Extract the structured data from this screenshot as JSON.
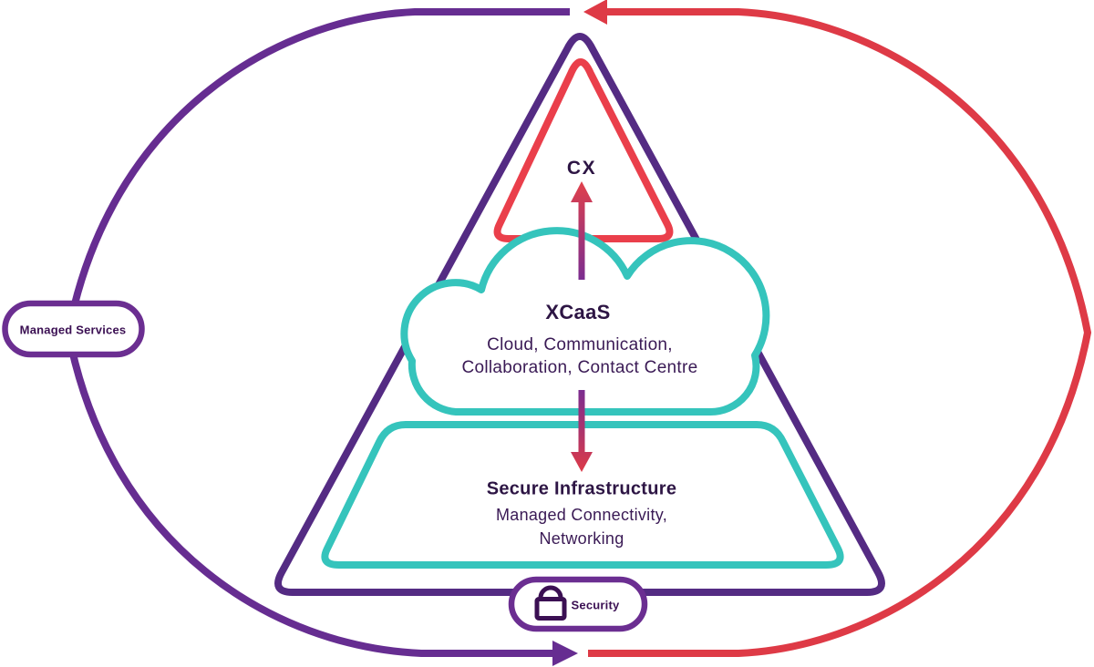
{
  "diagram": {
    "title_hint": "XCaaS pyramid services diagram",
    "pyramid": {
      "cx": {
        "label": "CX"
      },
      "xcaas": {
        "title": "XCaaS",
        "subtitle": "Cloud, Communication,\nCollaboration, Contact Centre"
      },
      "secure_infrastructure": {
        "title": "Secure Infrastructure",
        "subtitle": "Managed Connectivity,\nNetworking"
      }
    },
    "badges": {
      "managed_services": {
        "label": "Managed Services"
      },
      "security": {
        "label": "Security",
        "icon": "lock-icon"
      }
    },
    "flow": {
      "left_loop_color_name": "purple",
      "right_loop_color_name": "red",
      "direction": "counter-clockwise loop around pyramid"
    },
    "colors": {
      "purple_loop": "#662D91",
      "purple_triangle": "#542B83",
      "red_triangle": "#EA3F4B",
      "red_loop": "#DE3A46",
      "teal": "#35C4BC",
      "heading_text": "#2D1544",
      "body_text": "#3A1A55",
      "badge_text": "#3B1053"
    }
  }
}
